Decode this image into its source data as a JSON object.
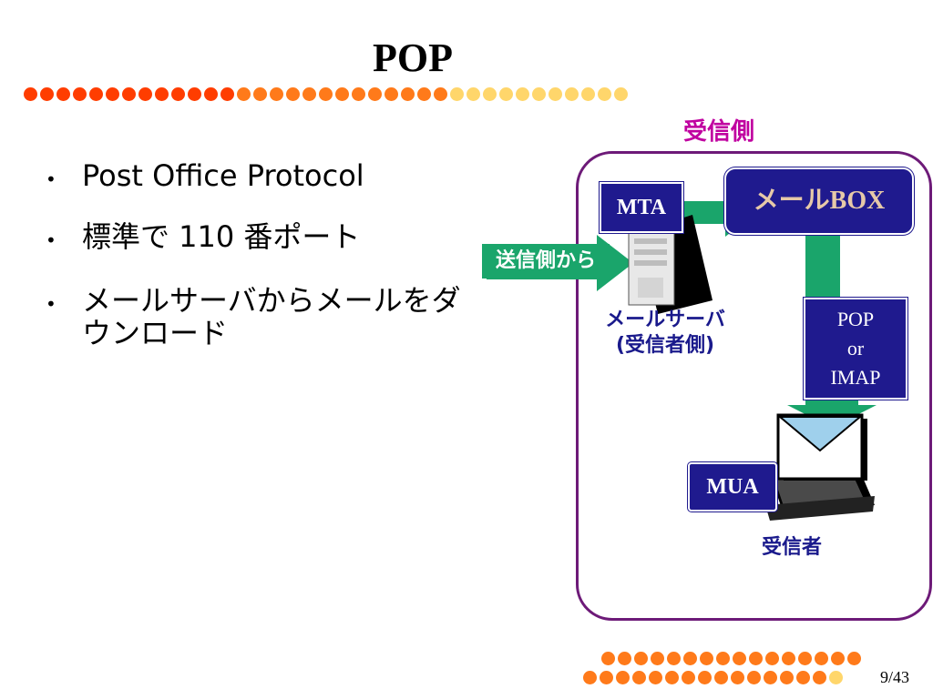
{
  "slide": {
    "title": "POP",
    "page_number": "9/43"
  },
  "bullets": [
    {
      "marker": "•",
      "text": "Post Office Protocol"
    },
    {
      "marker": "•",
      "text": "標準で 110 番ポート"
    },
    {
      "marker": "•",
      "text": "メールサーバからメールをダウンロード"
    }
  ],
  "diagram": {
    "receiver_side_label": "受信側",
    "mta_label": "MTA",
    "mailbox_label": "メールBOX",
    "from_sender_label": "送信側から",
    "mail_server_label_line1": "メールサーバ",
    "mail_server_label_line2": "(受信者側)",
    "protocol_line1": "POP",
    "protocol_line2": "or",
    "protocol_line3": "IMAP",
    "mua_label": "MUA",
    "receiver_label": "受信者"
  },
  "colors": {
    "dot_red": "#ff3d00",
    "dot_orange": "#ff7a1a",
    "dot_yellow": "#ffd66b",
    "navy": "#1f1a8e",
    "green": "#1aa56b",
    "frame": "#6d1a78",
    "magenta": "#c000a0"
  }
}
